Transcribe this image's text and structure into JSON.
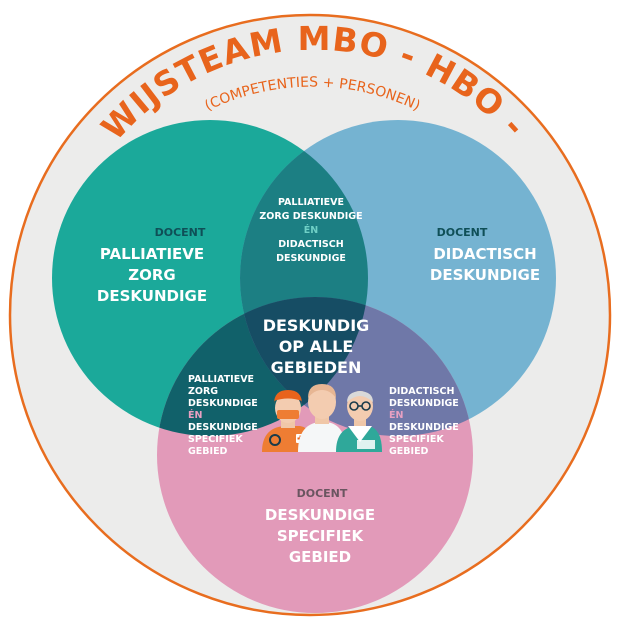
{
  "title": {
    "main": "ONDERWIJSTEAM MBO - HBO - WO(+)",
    "sub": "(COMPETENTIES + PERSONEN)"
  },
  "colors": {
    "outer_circle_fill": "#ececeb",
    "outer_circle_stroke": "#e86d1f",
    "title": "#e8641c",
    "teal": "#1ba99a",
    "blue": "#75b3d1",
    "pink": "#e29ab9",
    "teal_blue_overlap": "#1c7f83",
    "teal_pink_overlap": "#11616a",
    "blue_pink_overlap": "#6f78a8",
    "center": "#164d64",
    "label_dark": "#0f4f57",
    "label_white": "#ffffff",
    "accent_pink": "#e7a0c2",
    "accent_teal": "#6fd0c6"
  },
  "circles": {
    "teal": {
      "prefix": "DOCENT",
      "lines": [
        "PALLIATIEVE",
        "ZORG",
        "DESKUNDIGE"
      ]
    },
    "blue": {
      "prefix": "DOCENT",
      "lines": [
        "DIDACTISCH",
        "DESKUNDIGE"
      ]
    },
    "pink": {
      "prefix": "DOCENT",
      "lines": [
        "DESKUNDIGE",
        "SPECIFIEK",
        "GEBIED"
      ]
    }
  },
  "overlaps": {
    "teal_blue": {
      "line1": "PALLIATIEVE",
      "line2": "ZORG DESKUNDIGE",
      "conj": "ÉN",
      "line3": "DIDACTISCH",
      "line4": "DESKUNDIGE"
    },
    "teal_pink": {
      "line1": "PALLIATIEVE",
      "line2": "ZORG",
      "line3": "DESKUNDIGE",
      "conj": "ÉN",
      "line4": "DESKUNDIGE",
      "line5": "SPECIFIEK",
      "line6": "GEBIED"
    },
    "blue_pink": {
      "line1": "DIDACTISCH",
      "line2": "DESKUNDIGE",
      "conj": "ÉN",
      "line3": "DESKUNDIGE",
      "line4": "SPECIFIEK",
      "line5": "GEBIED"
    },
    "center": {
      "lines": [
        "DESKUNDIG",
        "OP ALLE",
        "GEBIEDEN"
      ]
    }
  },
  "icons": [
    "surgeon-icon",
    "nurse-icon",
    "doctor-icon"
  ]
}
